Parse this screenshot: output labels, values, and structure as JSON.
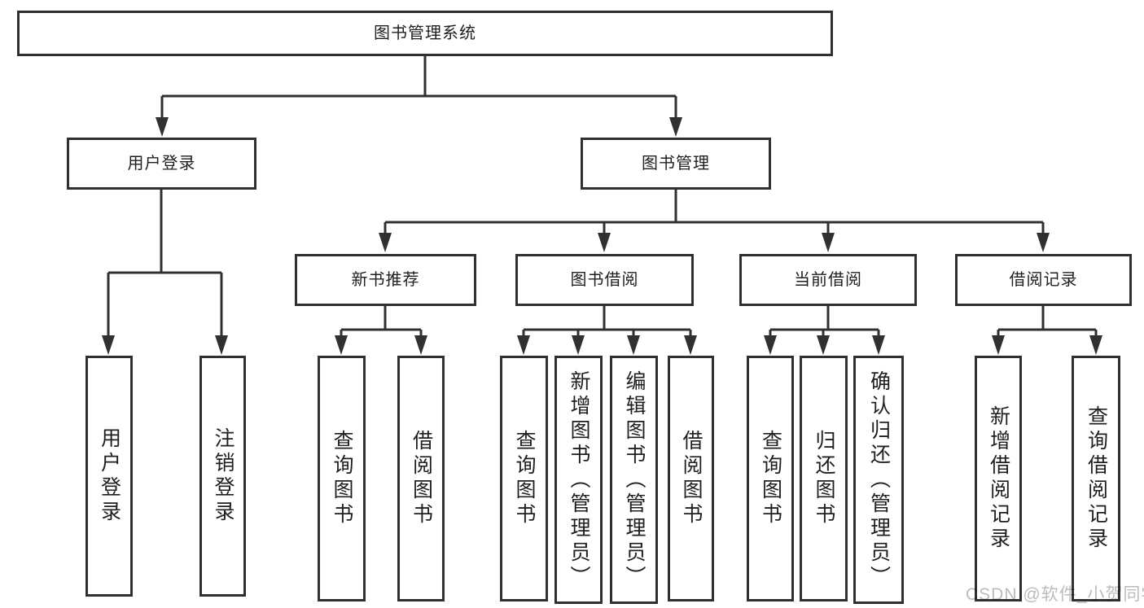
{
  "diagram": {
    "root": {
      "label": "图书管理系统"
    },
    "branches": [
      {
        "label": "用户登录",
        "children": [
          {
            "label": "用户登录"
          },
          {
            "label": "注销登录"
          }
        ]
      },
      {
        "label": "图书管理",
        "children": [
          {
            "label": "新书推荐",
            "children": [
              {
                "label": "查询图书"
              },
              {
                "label": "借阅图书"
              }
            ]
          },
          {
            "label": "图书借阅",
            "children": [
              {
                "label": "查询图书"
              },
              {
                "label": "新增图书（管理员）"
              },
              {
                "label": "编辑图书（管理员）"
              },
              {
                "label": "借阅图书"
              }
            ]
          },
          {
            "label": "当前借阅",
            "children": [
              {
                "label": "查询图书"
              },
              {
                "label": "归还图书"
              },
              {
                "label": "确认归还（管理员）"
              }
            ]
          },
          {
            "label": "借阅记录",
            "children": [
              {
                "label": "新增借阅记录"
              },
              {
                "label": "查询借阅记录"
              }
            ]
          }
        ]
      }
    ]
  },
  "watermark": {
    "text": "CSDN @软件_小贺同学"
  },
  "colors": {
    "line": "#303030",
    "box_border": "#303030",
    "box_background": "#ffffff",
    "text": "#1f1f1f",
    "watermark": "#bcbcc0",
    "page_background": "#ffffff"
  }
}
